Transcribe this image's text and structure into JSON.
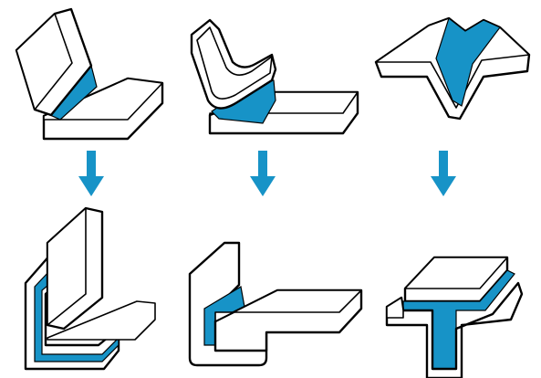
{
  "colors": {
    "accent": "#1793c7",
    "outline": "#000000",
    "background": "#ffffff"
  },
  "diagram": {
    "top_row": [
      "hinged-plate-joint",
      "curved-plate-joint",
      "folded-sheet-joint"
    ],
    "bottom_row": [
      "double-l-bracket-joint",
      "single-l-bracket-joint",
      "t-profile-joint"
    ],
    "arrows": [
      "down-arrow",
      "down-arrow",
      "down-arrow"
    ]
  }
}
